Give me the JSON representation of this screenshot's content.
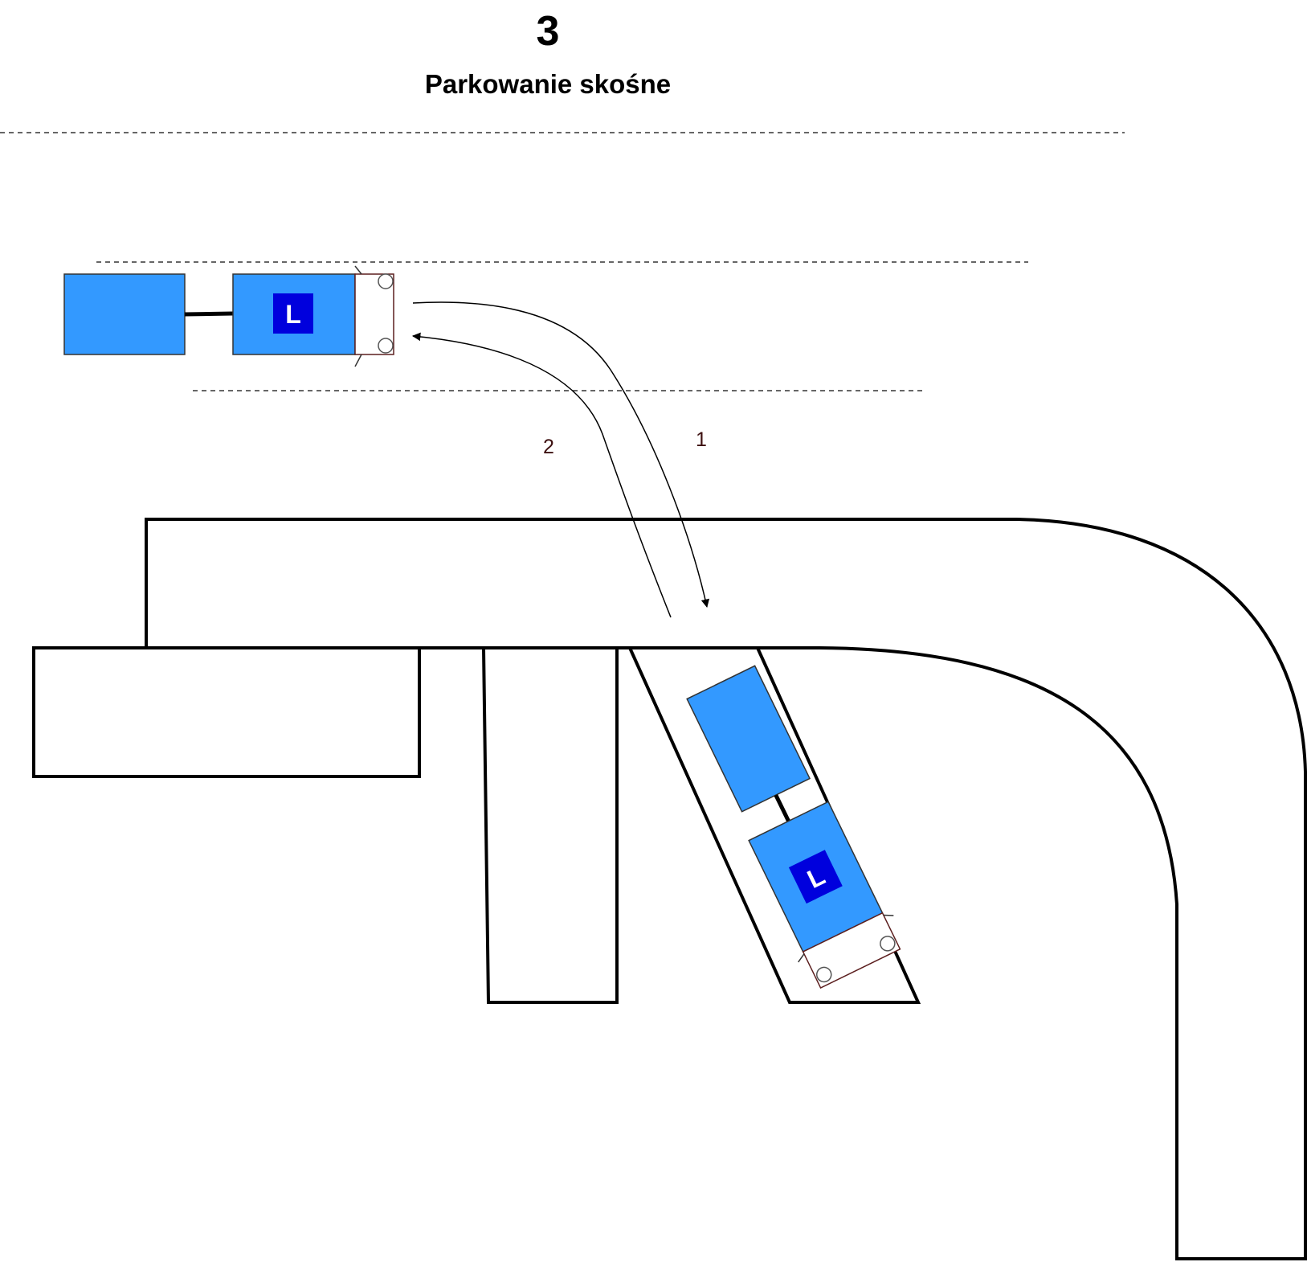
{
  "heading": {
    "number": "3",
    "title": "Parkowanie skośne"
  },
  "colors": {
    "vehicle_body": "#3399ff",
    "l_sign_background": "#0000dd",
    "l_sign_letter": "#ffffff",
    "outline": "#000000",
    "dashed_line": "#333333",
    "trailer_outline": "#5c1f1f",
    "route_label": "#3d1010"
  },
  "learner_sign_letter": "L",
  "routes": [
    {
      "label": "1",
      "direction": "forward into angled parking bay"
    },
    {
      "label": "2",
      "direction": "reverse out to starting position"
    }
  ],
  "icons": {
    "learner_sign": "l-plate-icon",
    "arrowhead": "arrowhead-icon",
    "wheel": "wheel-circle-icon"
  }
}
